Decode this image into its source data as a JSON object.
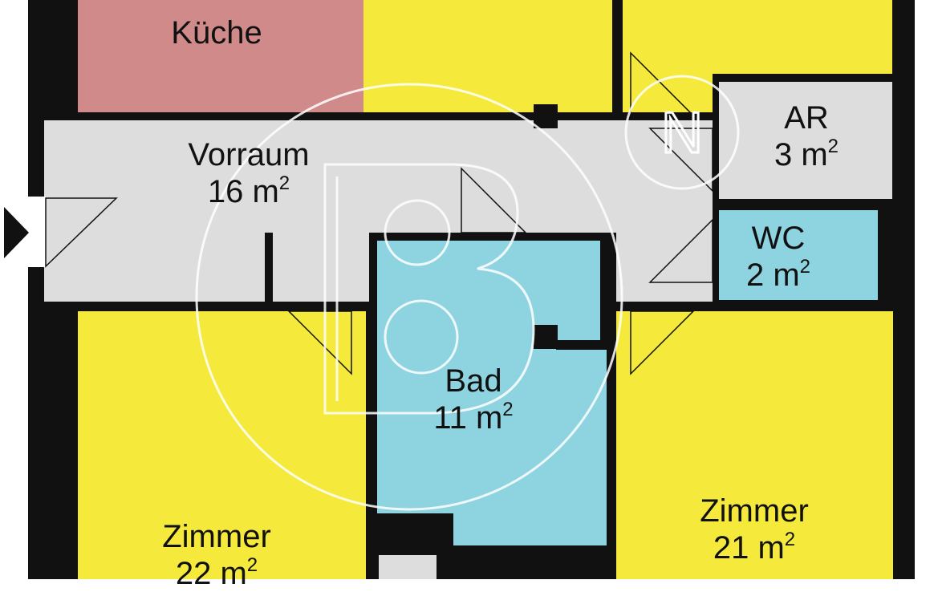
{
  "colors": {
    "wall": "#111111",
    "kitchen": "#d18a8a",
    "living": "#f5e93b",
    "corridor": "#dddddd",
    "storage": "#dddddd",
    "wet": "#8ed4e0",
    "watermark": "#ffffff",
    "door_line": "#111111"
  },
  "rooms": {
    "kueche": {
      "name": "Küche",
      "area": ""
    },
    "vorraum": {
      "name": "Vorraum",
      "area": "16 m",
      "unit_exp": "2"
    },
    "ar": {
      "name": "AR",
      "area": "3 m",
      "unit_exp": "2"
    },
    "wc": {
      "name": "WC",
      "area": "2 m",
      "unit_exp": "2"
    },
    "bad": {
      "name": "Bad",
      "area": "11 m",
      "unit_exp": "2"
    },
    "zimmer_left": {
      "name": "Zimmer",
      "area": "22 m",
      "unit_exp": "2"
    },
    "zimmer_right": {
      "name": "Zimmer",
      "area": "21 m",
      "unit_exp": "2"
    }
  },
  "watermark": {
    "icon": "b-monogram-watermark-icon",
    "letter": "N"
  },
  "entrance": {
    "icon": "entrance-arrow-icon"
  }
}
